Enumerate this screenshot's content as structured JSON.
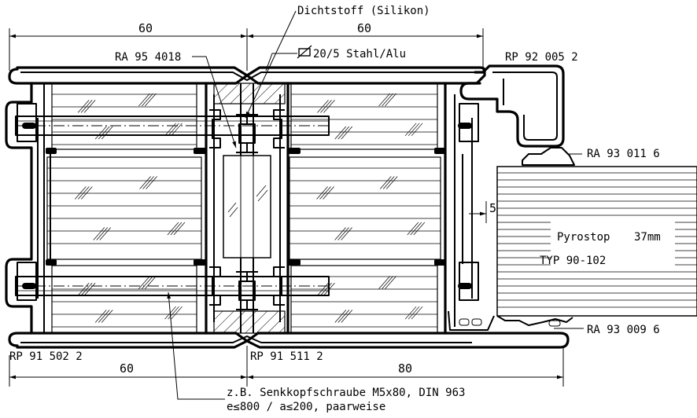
{
  "dimensions": {
    "top_left": "60",
    "top_right": "60",
    "bottom_left": "60",
    "bottom_right": "80",
    "gap": "5"
  },
  "labels": {
    "sealant": "Dichtstoff (Silikon)",
    "profile_ra_95": "RA 95 4018",
    "steel_alu": "20/5 Stahl/Alu",
    "profile_rp_92": "RP 92 005 2",
    "profile_ra_93_011": "RA 93 011 6",
    "pyrostop": "Pyrostop",
    "pyrostop_thickness": "37mm",
    "typ": "TYP 90-102",
    "profile_ra_93_009": "RA 93 009 6",
    "profile_rp_91_502": "RP 91 502 2",
    "profile_rp_91_511": "RP 91 511 2",
    "screw_line1": "z.B. Senkkopfschraube M5x80, DIN 963",
    "screw_line2": "e≤800 / a≤200, paarweise"
  },
  "symbols": {
    "steel_alu_prefix": "rectangular-section-symbol"
  }
}
